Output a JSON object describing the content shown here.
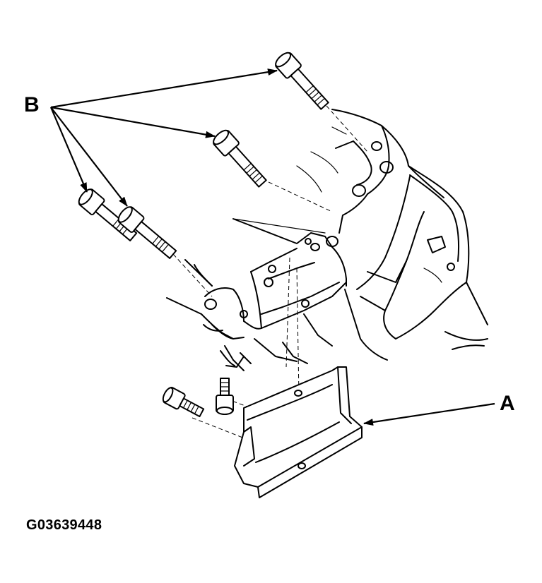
{
  "diagram": {
    "callouts": {
      "a": "A",
      "b": "B"
    },
    "figure_id": "G03639448"
  }
}
